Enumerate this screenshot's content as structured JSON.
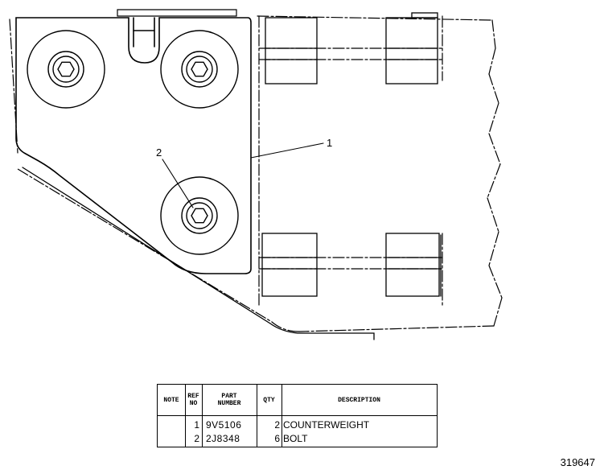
{
  "callouts": {
    "item1": "1",
    "item2": "2"
  },
  "table": {
    "headers": {
      "note": "NOTE",
      "ref_no": "REF\nNO",
      "part_number": "PART\nNUMBER",
      "qty": "QTY",
      "description": "DESCRIPTION"
    },
    "rows": [
      {
        "ref": "1",
        "part": "9V5106",
        "qty": "2",
        "desc": "COUNTERWEIGHT"
      },
      {
        "ref": "2",
        "part": "2J8348",
        "qty": "6",
        "desc": "BOLT"
      }
    ]
  },
  "drawing_number": "319647"
}
